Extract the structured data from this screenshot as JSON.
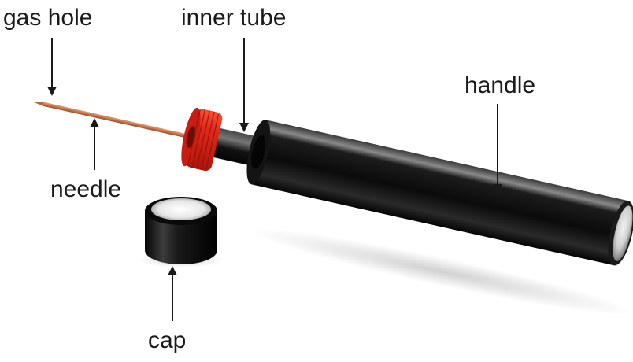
{
  "labels": {
    "gas_hole": "gas hole",
    "inner_tube": "inner tube",
    "handle": "handle",
    "needle": "needle",
    "cap": "cap"
  },
  "colors": {
    "handle_body": "#0e0e0e",
    "ring": "#e0281a",
    "needle": "#c8744a",
    "label_text": "#1a1a1a"
  }
}
